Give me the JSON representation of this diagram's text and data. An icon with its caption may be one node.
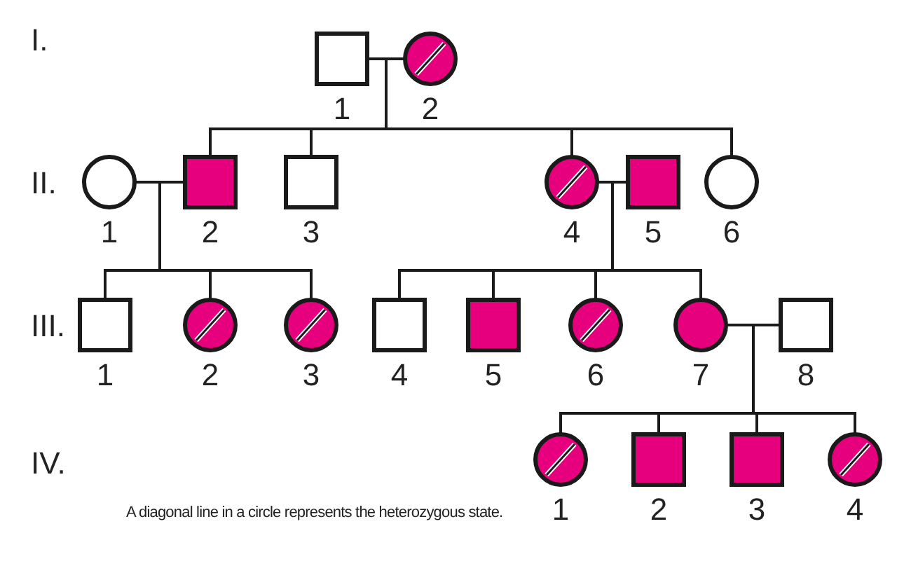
{
  "diagram": {
    "nodes": [
      {
        "text": [
          "1"
        ]
      },
      {
        "text": [
          "2"
        ]
      },
      {
        "text": [
          "1"
        ]
      },
      {
        "text": [
          "2"
        ]
      },
      {
        "text": [
          "3"
        ]
      },
      {
        "text": [
          "4"
        ]
      },
      {
        "text": [
          "5"
        ]
      },
      {
        "text": [
          "6"
        ]
      },
      {
        "text": [
          "1"
        ]
      },
      {
        "text": [
          "2"
        ]
      },
      {
        "text": [
          "3"
        ]
      },
      {
        "text": [
          "4"
        ]
      },
      {
        "text": [
          "5"
        ]
      },
      {
        "text": [
          "6"
        ]
      },
      {
        "text": [
          "7"
        ]
      },
      {
        "text": [
          "8"
        ]
      },
      {
        "text": [
          "1"
        ]
      },
      {
        "text": [
          "2"
        ]
      },
      {
        "text": [
          "3"
        ]
      },
      {
        "text": [
          "4"
        ]
      }
    ],
    "edges": [
      {
        "from": 0,
        "to": 1,
        "arrow": "none"
      },
      {
        "from": 0,
        "to": 3,
        "arrow": "none"
      },
      {
        "from": 1,
        "to": 3,
        "arrow": "none"
      },
      {
        "from": 0,
        "to": 4,
        "arrow": "none"
      },
      {
        "from": 1,
        "to": 4,
        "arrow": "none"
      },
      {
        "from": 0,
        "to": 5,
        "arrow": "none"
      },
      {
        "from": 1,
        "to": 5,
        "arrow": "none"
      },
      {
        "from": 0,
        "to": 7,
        "arrow": "none"
      },
      {
        "from": 1,
        "to": 7,
        "arrow": "none"
      },
      {
        "from": 2,
        "to": 3,
        "arrow": "none"
      },
      {
        "from": 5,
        "to": 6,
        "arrow": "none"
      },
      {
        "from": 2,
        "to": 8,
        "arrow": "none"
      },
      {
        "from": 3,
        "to": 8,
        "arrow": "none"
      },
      {
        "from": 2,
        "to": 9,
        "arrow": "none"
      },
      {
        "from": 3,
        "to": 9,
        "arrow": "none"
      },
      {
        "from": 2,
        "to": 10,
        "arrow": "none"
      },
      {
        "from": 3,
        "to": 10,
        "arrow": "none"
      },
      {
        "from": 5,
        "to": 11,
        "arrow": "none"
      },
      {
        "from": 6,
        "to": 11,
        "arrow": "none"
      },
      {
        "from": 5,
        "to": 12,
        "arrow": "none"
      },
      {
        "from": 6,
        "to": 12,
        "arrow": "none"
      },
      {
        "from": 5,
        "to": 13,
        "arrow": "none"
      },
      {
        "from": 6,
        "to": 13,
        "arrow": "none"
      },
      {
        "from": 5,
        "to": 14,
        "arrow": "none"
      },
      {
        "from": 6,
        "to": 14,
        "arrow": "none"
      },
      {
        "from": 14,
        "to": 15,
        "arrow": "none"
      },
      {
        "from": 14,
        "to": 16,
        "arrow": "none"
      },
      {
        "from": 15,
        "to": 16,
        "arrow": "none"
      },
      {
        "from": 14,
        "to": 17,
        "arrow": "none"
      },
      {
        "from": 15,
        "to": 17,
        "arrow": "none"
      },
      {
        "from": 14,
        "to": 18,
        "arrow": "none"
      },
      {
        "from": 15,
        "to": 18,
        "arrow": "none"
      },
      {
        "from": 14,
        "to": 19,
        "arrow": "none"
      },
      {
        "from": 15,
        "to": 19,
        "arrow": "none"
      }
    ],
    "labels": [
      "I.",
      "II.",
      "III.",
      "IV.",
      "A diagonal line in a circle represents the heterozygous state."
    ]
  }
}
